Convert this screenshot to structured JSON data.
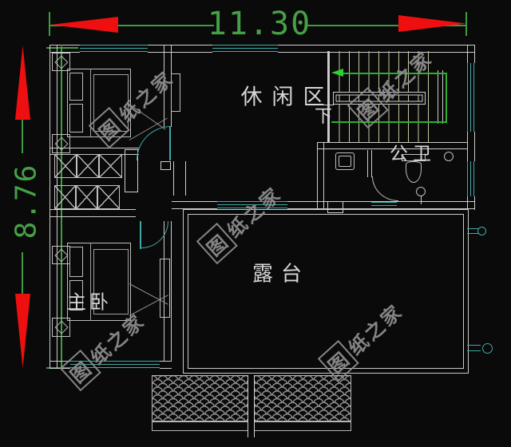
{
  "drawing": {
    "type": "floor-plan",
    "background": "#0a0a0a",
    "colors": {
      "wall": "#cdcdcd",
      "window": "#3fa8a8",
      "dimension": "#46a046",
      "arrow": "#ee1010",
      "stair_path": "#2fd12f",
      "watermark": "#8f8f8f"
    }
  },
  "dimensions": {
    "width_label": "11.30",
    "height_label": "8.76"
  },
  "rooms": {
    "leisure_area": "休闲区",
    "terrace": "露台",
    "master_bedroom": "主卧",
    "bathroom": "公卫",
    "stairs_down": "下"
  },
  "watermark": {
    "text": "图纸之家",
    "first_char": "图",
    "rest": "纸之家"
  }
}
